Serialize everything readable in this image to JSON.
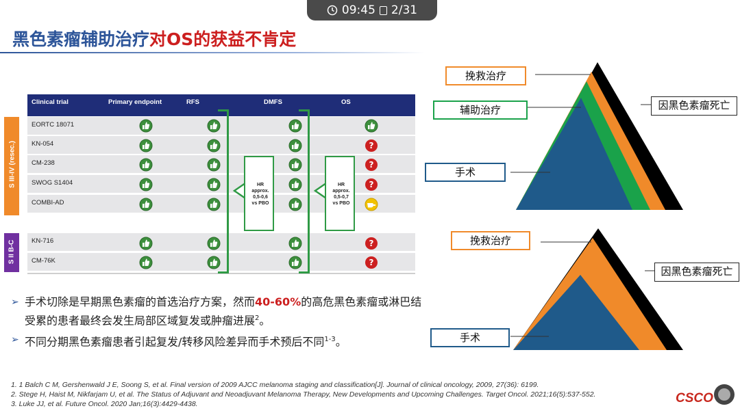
{
  "timer": {
    "time": "09:45",
    "slide": "2/31"
  },
  "title": {
    "part1": "黑色素瘤辅助治疗",
    "part2": "对OS的获益不肯定"
  },
  "table": {
    "headers": [
      "Clinical trial",
      "Primary endpoint",
      "RFS",
      "DMFS",
      "OS"
    ],
    "group1_label": "S III-IV (resec.)",
    "group2_label": "S II B-C",
    "rows_group1": [
      {
        "name": "EORTC 18071",
        "os": "thumb"
      },
      {
        "name": "KN-054",
        "os": "question"
      },
      {
        "name": "CM-238",
        "os": "question"
      },
      {
        "name": "SWOG S1404",
        "os": "question"
      },
      {
        "name": "COMBI-AD",
        "os": "hand"
      }
    ],
    "rows_group2": [
      {
        "name": "KN-716",
        "os": "question"
      },
      {
        "name": "CM-76K",
        "os": "question"
      }
    ],
    "hr_box1": [
      "HR",
      "approx.",
      "0,5-0,6",
      "vs PBO"
    ],
    "hr_box2": [
      "HR",
      "approx.",
      "0,5-0,7",
      "vs PBO"
    ]
  },
  "bullets": [
    {
      "pre": "手术切除是早期黑色素瘤的首选治疗方案，然而",
      "hl": "40-60%",
      "post": "的高危黑色素瘤或淋巴结受累的患者最终会发生局部区域复发或肿瘤进展",
      "sup": "2",
      "end": "。"
    },
    {
      "pre": "不同分期黑色素瘤患者引起复发/转移风险差异而手术预后不同",
      "hl": "",
      "post": "",
      "sup": "1-3",
      "end": "。"
    }
  ],
  "references": [
    "1.   1 Balch C M, Gershenwald J E, Soong S, et al. Final version of 2009 AJCC melanoma staging and classification[J]. Journal of clinical oncology, 2009, 27(36): 6199.",
    "2.   Stege H, Haist M, Nikfarjam U, et al. The Status of Adjuvant and Neoadjuvant Melanoma Therapy, New Developments and Upcoming Challenges. Target Oncol. 2021;16(5):537-552.",
    "3.   Luke JJ, et al. Future Oncol. 2020 Jan;16(3):4429-4438."
  ],
  "pyramid1": {
    "rescue": "挽救治疗",
    "adjuvant": "辅助治疗",
    "surgery": "手术",
    "death": "因黑色素瘤死亡"
  },
  "pyramid2": {
    "rescue": "挽救治疗",
    "surgery": "手术",
    "death": "因黑色素瘤死亡"
  },
  "logo": "CSCO",
  "colors": {
    "navy": "#1f2d78",
    "orange": "#f08a2a",
    "green": "#1aa24a",
    "teal": "#1f5a8a",
    "purple": "#7030a0",
    "red": "#cc1f1f"
  }
}
